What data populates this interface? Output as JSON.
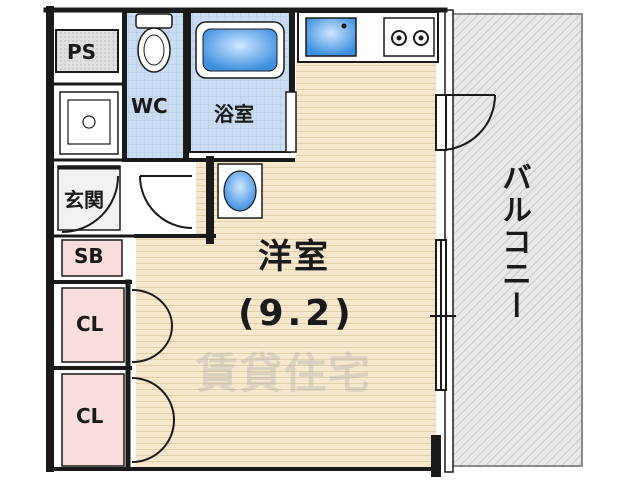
{
  "floorplan": {
    "rooms": {
      "ps": "PS",
      "wc": "WC",
      "bath": "浴室",
      "entrance": "玄関",
      "shoe_box": "SB",
      "closet_1": "CL",
      "closet_2": "CL",
      "western_room": "洋室",
      "western_room_size": "(9.2)",
      "balcony": "バルコニー"
    },
    "watermark": "賃貸住宅",
    "colors": {
      "floor": "#f6e7cd",
      "floor_line": "#e3cfa8",
      "wet_tile": "#c9dcf1",
      "closet": "#f9dcdc",
      "ps_fill": "#d8d8d8",
      "wall": "#1a1a1a",
      "fixture_blue": "#4a9be6",
      "balcony_fill": "#e2e2e2"
    }
  }
}
